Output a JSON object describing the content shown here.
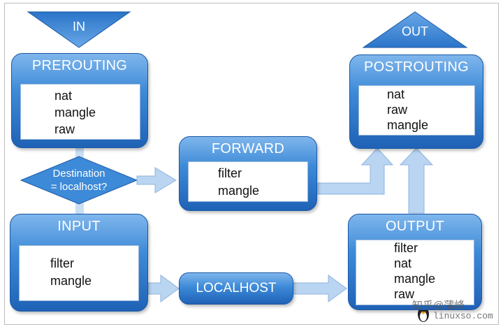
{
  "in_label": "IN",
  "out_label": "OUT",
  "decision_label_line1": "Destination",
  "decision_label_line2": "= localhost?",
  "localhost_label": "LOCALHOST",
  "chains": {
    "prerouting": {
      "title": "PREROUTING",
      "tables": [
        "nat",
        "mangle",
        "raw"
      ]
    },
    "forward": {
      "title": "FORWARD",
      "tables": [
        "filter",
        "mangle"
      ]
    },
    "postrouting": {
      "title": "POSTROUTING",
      "tables": [
        "nat",
        "raw",
        "mangle"
      ]
    },
    "input": {
      "title": "INPUT",
      "tables": [
        "filter",
        "mangle"
      ]
    },
    "output": {
      "title": "OUTPUT",
      "tables": [
        "filter",
        "nat",
        "mangle",
        "raw"
      ]
    }
  },
  "watermark": {
    "site_a": "知乎@蒲峰",
    "site_b": "linuxso.com"
  },
  "colors": {
    "chain_blue": "#3d8ad8",
    "arrow_light": "#b9d5f2",
    "arrow_edge": "#8fb4de"
  }
}
